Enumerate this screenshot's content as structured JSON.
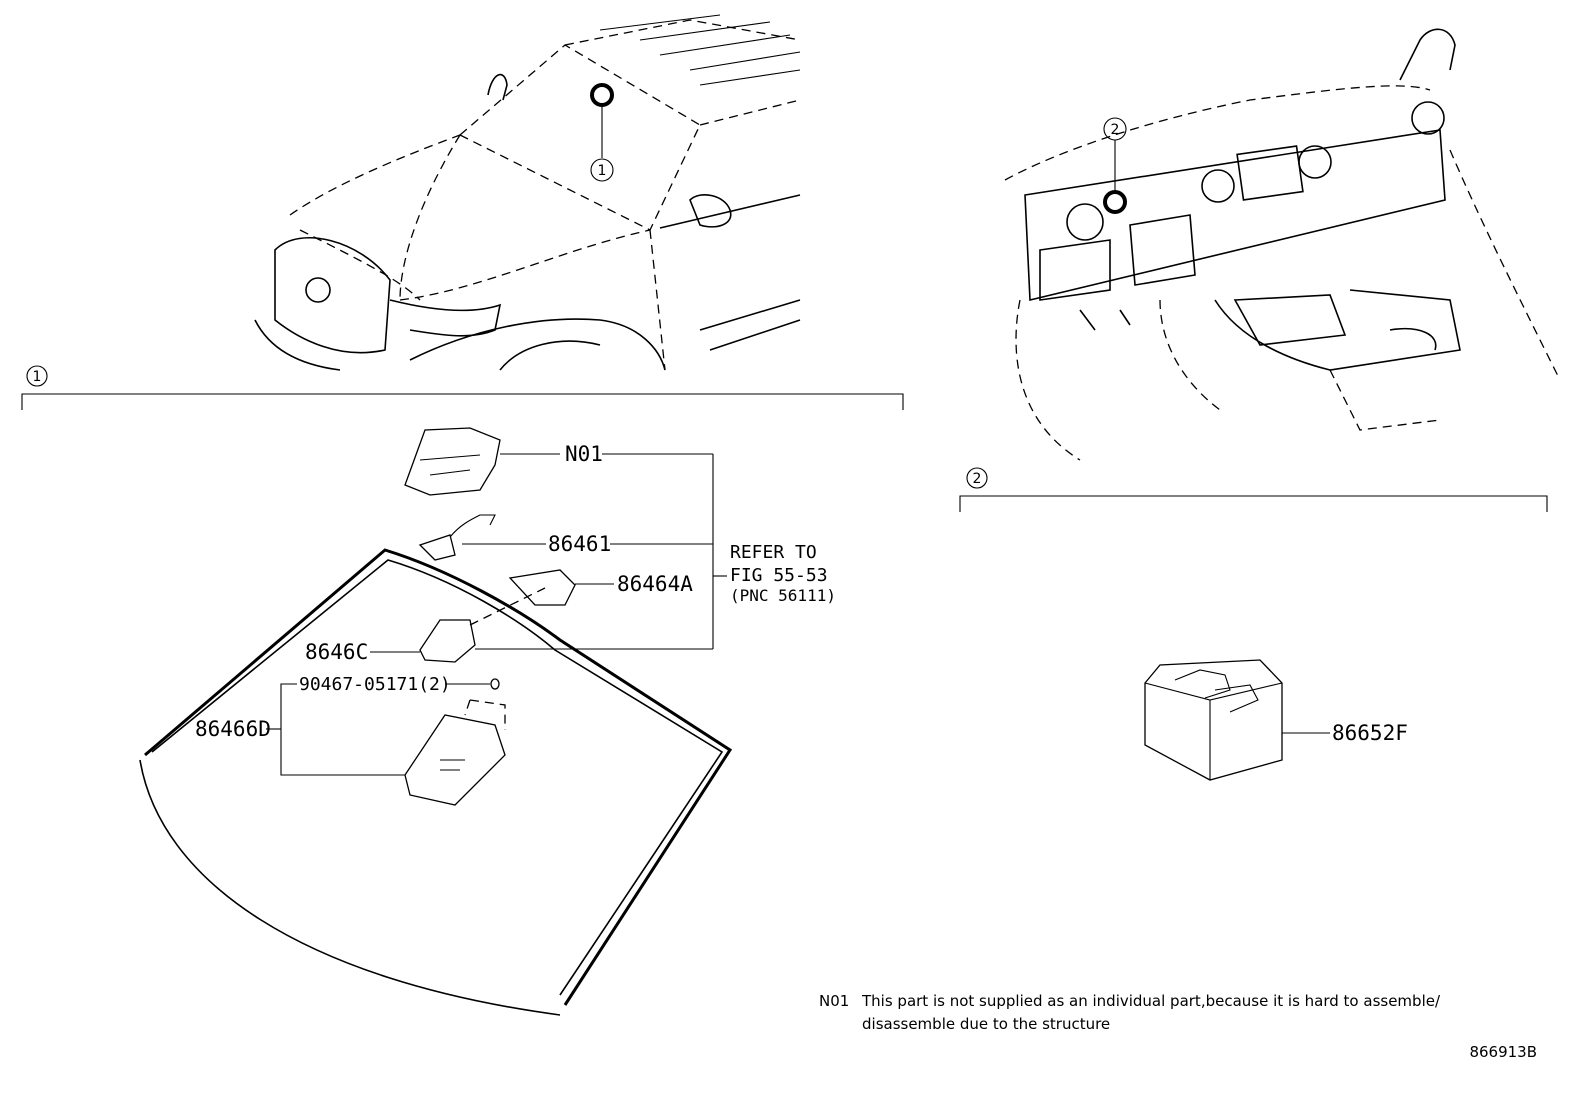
{
  "callouts": {
    "c1": "1",
    "c2": "2"
  },
  "parts": {
    "n01": "N01",
    "p86461": "86461",
    "p86464A": "86464A",
    "p8646C": "8646C",
    "p90467": "90467-05171(2)",
    "p86466D": "86466D",
    "p86652F": "86652F"
  },
  "refer": {
    "line1": "REFER TO",
    "line2": "FIG 55-53",
    "line3": "(PNC 56111)"
  },
  "note": {
    "code": "N01",
    "line1": "This part is not supplied as an individual part,because it is hard to assemble/",
    "line2": "disassemble due to the structure"
  },
  "figure_id": "866913B"
}
